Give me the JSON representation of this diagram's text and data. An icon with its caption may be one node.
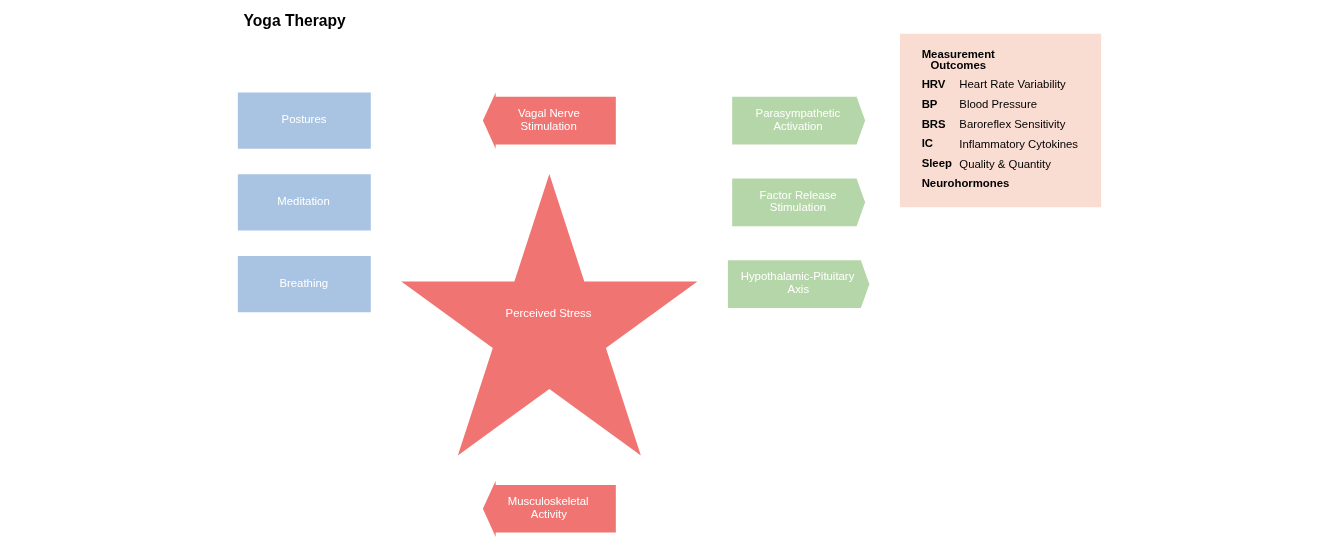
{
  "diagram": {
    "title": "Yoga Therapy",
    "nodes": [
      {
        "text": [
          "Postures"
        ]
      },
      {
        "text": [
          "Meditation"
        ]
      },
      {
        "text": [
          "Breathing"
        ]
      },
      {
        "text": [
          "Vagal Nerve Stimulation"
        ]
      },
      {
        "text": [
          "Perceived Stress"
        ]
      },
      {
        "text": [
          "Musculoskeletal Activity"
        ]
      },
      {
        "text": [
          "Parasympathetic Activation"
        ]
      },
      {
        "text": [
          "Factor Release Stimulation"
        ]
      },
      {
        "text": [
          "Hypothalamic-Pituitary Axis"
        ]
      },
      {
        "text": [
          "Measurement Outcomes",
          "HRV",
          "Heart Rate Variability",
          "BP",
          "Blood Pressure",
          "BRS",
          "Baroreflex Sensitivity",
          "IC",
          "Inflammatory Cytokines",
          "Sleep",
          "Quality & Quantity",
          "Neurohormones"
        ]
      }
    ],
    "edges": []
  }
}
